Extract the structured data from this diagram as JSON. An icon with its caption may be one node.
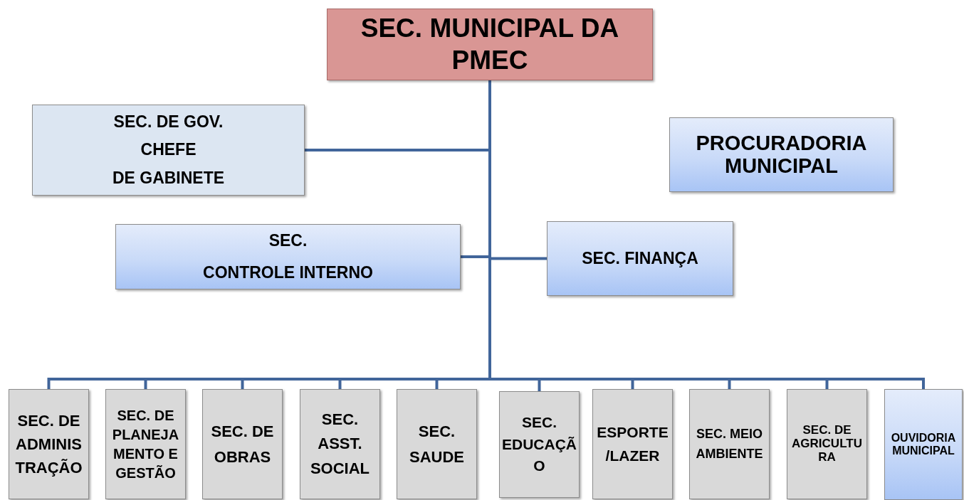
{
  "diagram": {
    "nodes": [
      {
        "text": [
          "SEC. MUNICIPAL DA PMEC"
        ]
      },
      {
        "text": [
          "SEC. DE GOV.",
          "CHEFE",
          "DE GABINETE"
        ]
      },
      {
        "text": [
          "PROCURADORIA MUNICIPAL"
        ]
      },
      {
        "text": [
          "SEC.",
          "CONTROLE INTERNO"
        ]
      },
      {
        "text": [
          "SEC. FINANÇA"
        ]
      },
      {
        "text": [
          "SEC. DE ADMINISTRAÇÃO"
        ]
      },
      {
        "text": [
          "SEC. DE PLANEJAMENTO E GESTÃO"
        ]
      },
      {
        "text": [
          "SEC. DE OBRAS"
        ]
      },
      {
        "text": [
          "SEC. ASST. SOCIAL"
        ]
      },
      {
        "text": [
          "SEC. SAUDE"
        ]
      },
      {
        "text": [
          "SEC. EDUCAÇÃO"
        ]
      },
      {
        "text": [
          "ESPORTE /LAZER"
        ]
      },
      {
        "text": [
          "SEC. MEIO AMBIENTE"
        ]
      },
      {
        "text": [
          "SEC. DE AGRICULTURA"
        ]
      },
      {
        "text": [
          "OUVIDORIA MUNICIPAL"
        ]
      }
    ],
    "edges": [
      {
        "from": 0,
        "to": 1,
        "arrow": "none"
      },
      {
        "from": 0,
        "to": 3,
        "arrow": "none"
      },
      {
        "from": 0,
        "to": 4,
        "arrow": "none"
      },
      {
        "from": 0,
        "to": 5,
        "arrow": "none"
      },
      {
        "from": 0,
        "to": 6,
        "arrow": "none"
      },
      {
        "from": 0,
        "to": 7,
        "arrow": "none"
      },
      {
        "from": 0,
        "to": 8,
        "arrow": "none"
      },
      {
        "from": 0,
        "to": 9,
        "arrow": "none"
      },
      {
        "from": 0,
        "to": 10,
        "arrow": "none"
      },
      {
        "from": 0,
        "to": 11,
        "arrow": "none"
      },
      {
        "from": 0,
        "to": 12,
        "arrow": "none"
      },
      {
        "from": 0,
        "to": 13,
        "arrow": "none"
      },
      {
        "from": 0,
        "to": 14,
        "arrow": "none"
      }
    ]
  }
}
